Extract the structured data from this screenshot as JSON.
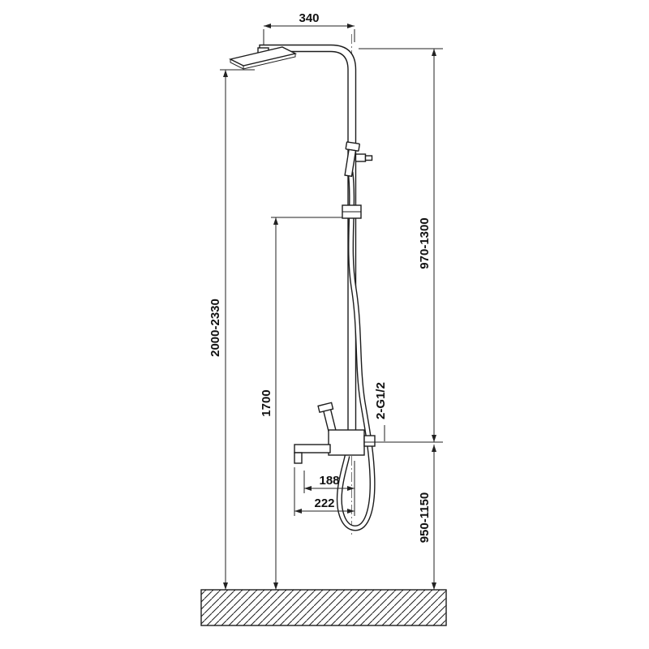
{
  "diagram": {
    "name": "Shower column technical drawing",
    "dims": {
      "arm_width": "340",
      "total_height": "2000-2330",
      "slider_height": "1700",
      "upper_range": "970-1300",
      "connection_spec": "2-G1/2",
      "spout_reach_inner": "188",
      "spout_reach_outer": "222",
      "mixer_height_range": "950-1150"
    },
    "colors": {
      "line": "#1c1c1c",
      "dimension": "#222222",
      "background": "#ffffff"
    }
  }
}
